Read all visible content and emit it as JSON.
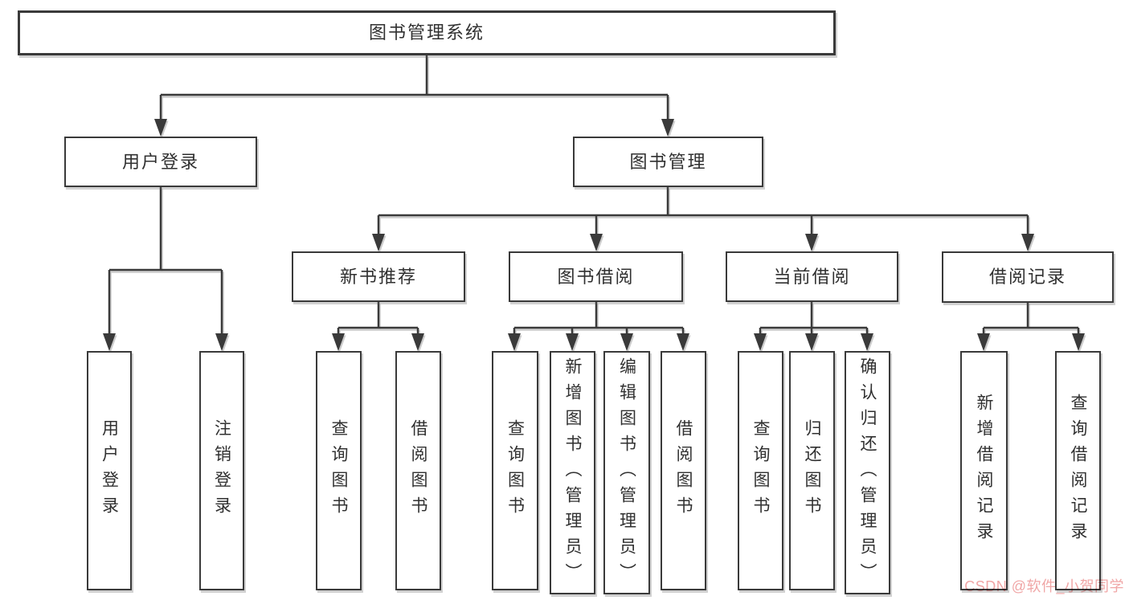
{
  "diagram": {
    "title": "图书管理系统",
    "root": {
      "label": "图书管理系统"
    },
    "level2": [
      {
        "id": "user-login",
        "label": "用户登录"
      },
      {
        "id": "book-management",
        "label": "图书管理"
      }
    ],
    "level3": [
      {
        "id": "new-book-recommend",
        "parent": "图书管理",
        "label": "新书推荐"
      },
      {
        "id": "book-borrow",
        "parent": "图书管理",
        "label": "图书借阅"
      },
      {
        "id": "current-borrow",
        "parent": "图书管理",
        "label": "当前借阅"
      },
      {
        "id": "borrow-records",
        "parent": "图书管理",
        "label": "借阅记录"
      }
    ],
    "leaves": [
      {
        "parent": "用户登录",
        "label": "用户登录"
      },
      {
        "parent": "用户登录",
        "label": "注销登录"
      },
      {
        "parent": "新书推荐",
        "label": "查询图书"
      },
      {
        "parent": "新书推荐",
        "label": "借阅图书"
      },
      {
        "parent": "图书借阅",
        "label": "查询图书"
      },
      {
        "parent": "图书借阅",
        "label": "新增图书（管理员）"
      },
      {
        "parent": "图书借阅",
        "label": "编辑图书（管理员）"
      },
      {
        "parent": "图书借阅",
        "label": "借阅图书"
      },
      {
        "parent": "当前借阅",
        "label": "查询图书"
      },
      {
        "parent": "当前借阅",
        "label": "归还图书"
      },
      {
        "parent": "当前借阅",
        "label": "确认归还（管理员）"
      },
      {
        "parent": "借阅记录",
        "label": "新增借阅记录"
      },
      {
        "parent": "借阅记录",
        "label": "查询借阅记录"
      }
    ]
  },
  "watermark": {
    "text": "CSDN @软件_小贺同学",
    "color": "#f0a6a6"
  },
  "colors": {
    "line": "#3a3a3a",
    "line_shadow": "#cccccc",
    "border": "#3a3a3a",
    "text": "#303030",
    "background": "#ffffff"
  }
}
